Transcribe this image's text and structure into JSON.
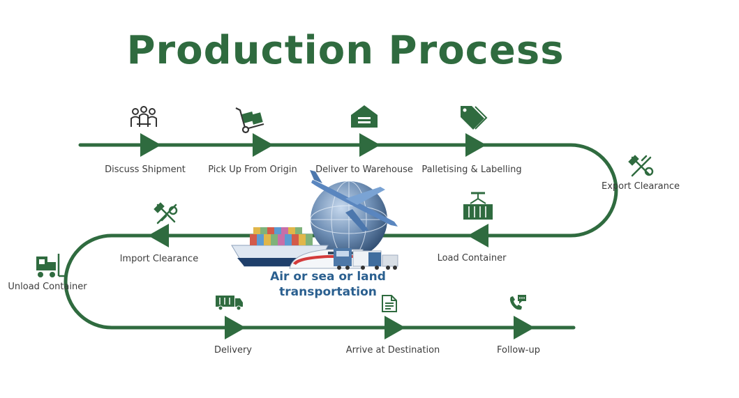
{
  "title": "Production Process",
  "colors": {
    "primary": "#2f6b3f",
    "caption": "#2a5f8f"
  },
  "center_caption": {
    "line1": "Air or sea or land",
    "line2": "transportation"
  },
  "steps": [
    {
      "label": "Discuss Shipment",
      "icon": "people-meeting-icon"
    },
    {
      "label": "Pick Up From Origin",
      "icon": "hand-truck-icon"
    },
    {
      "label": "Deliver to Warehouse",
      "icon": "warehouse-icon"
    },
    {
      "label": "Palletising & Labelling",
      "icon": "price-tag-icon"
    },
    {
      "label": "Export Clearance",
      "icon": "customs-tools-icon"
    },
    {
      "label": "Load Container",
      "icon": "crane-container-icon"
    },
    {
      "label": "lmport Clearance",
      "icon": "customs-tools-icon"
    },
    {
      "label": "Unload Container",
      "icon": "forklift-icon"
    },
    {
      "label": "Delivery",
      "icon": "truck-icon"
    },
    {
      "label": "Arrive at Destination",
      "icon": "document-icon"
    },
    {
      "label": "Follow-up",
      "icon": "phone-chat-icon"
    }
  ]
}
